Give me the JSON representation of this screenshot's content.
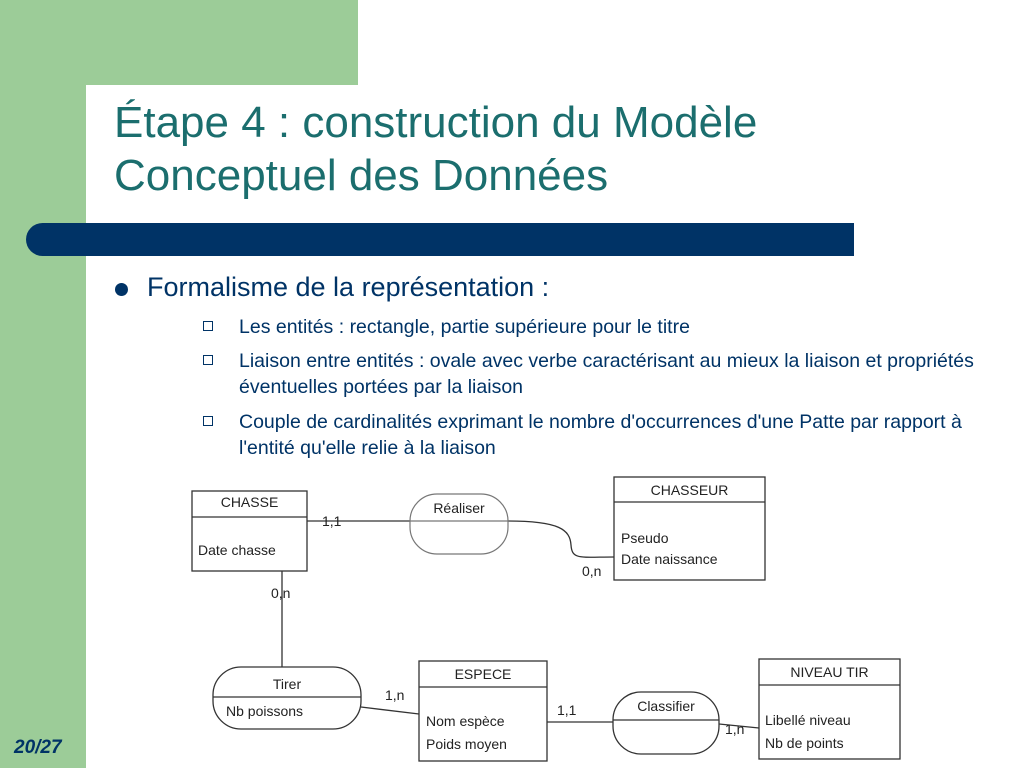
{
  "slide": {
    "title": "Étape 4 : construction du Modèle\nConceptuel des Données",
    "bullet": "Formalisme de la représentation :",
    "subbullets": [
      "Les entités : rectangle, partie supérieure pour le titre",
      "Liaison entre entités : ovale avec verbe caractérisant au mieux la liaison et propriétés éventuelles portées par la liaison",
      "Couple de cardinalités exprimant le nombre d'occurrences d'une Patte par rapport à l'entité qu'elle relie à la liaison"
    ],
    "page": "20/27"
  },
  "diagram": {
    "entities": {
      "chasse": {
        "title": "CHASSE",
        "attrs": [
          "Date chasse"
        ]
      },
      "chasseur": {
        "title": "CHASSEUR",
        "attrs": [
          "Pseudo",
          "Date naissance"
        ]
      },
      "espece": {
        "title": "ESPECE",
        "attrs": [
          "Nom espèce",
          "Poids moyen"
        ]
      },
      "niveau_tir": {
        "title": "NIVEAU TIR",
        "attrs": [
          "Libellé niveau",
          "Nb de points"
        ]
      }
    },
    "relations": {
      "realiser": {
        "name": "Réaliser",
        "attrs": []
      },
      "tirer": {
        "name": "Tirer",
        "attrs": [
          "Nb poissons"
        ]
      },
      "classifier": {
        "name": "Classifier",
        "attrs": []
      }
    },
    "cardinalities": {
      "chasse_realiser": "1,1",
      "chasseur_realiser": "0,n",
      "chasse_tirer": "0,n",
      "espece_tirer": "1,n",
      "espece_classifier": "1,1",
      "niveau_classifier": "1,n"
    }
  }
}
